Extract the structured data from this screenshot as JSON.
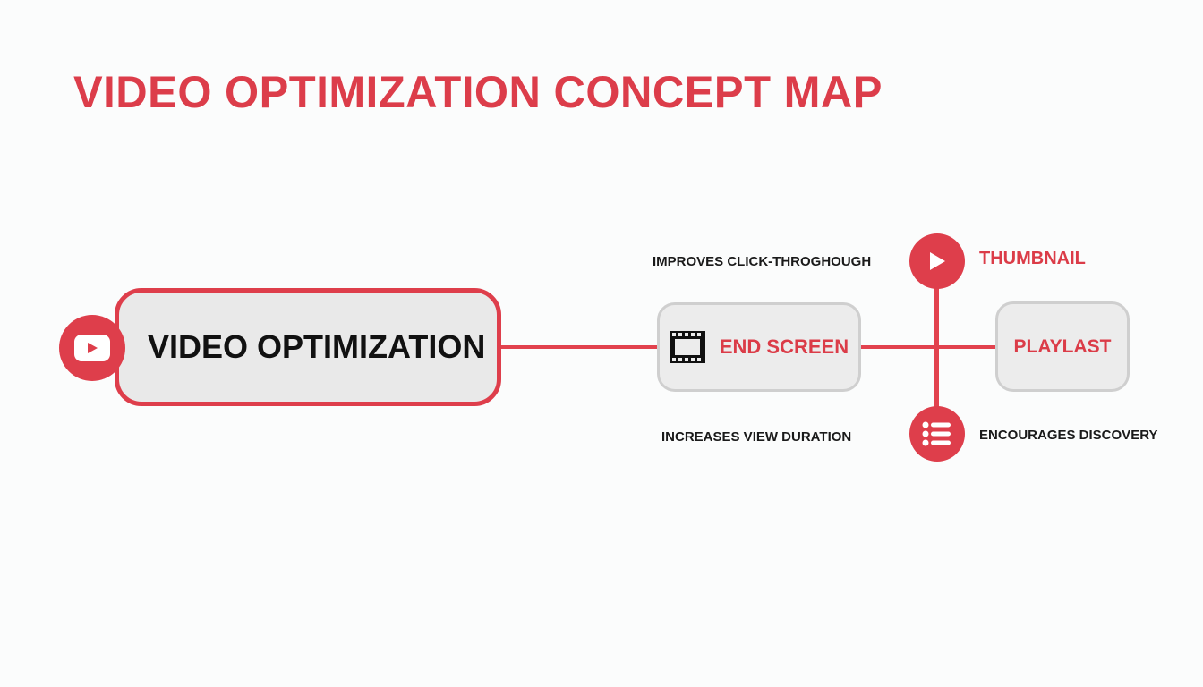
{
  "title": "VIDEO OPTIMIZATION CONCEPT MAP",
  "colors": {
    "accent": "#de3e4b",
    "node_fill": "#e9e9e9",
    "node_border_gray": "#cfcfcf",
    "text_dark": "#111111"
  },
  "main_node": {
    "label": "VIDEO OPTIMIZATION",
    "icon": "youtube-play-icon"
  },
  "end_screen": {
    "label": "END SCREEN",
    "icon": "film-strip-icon"
  },
  "playlist": {
    "label": "PLAYLAST"
  },
  "thumbnail": {
    "label": "THUMBNAIL",
    "icon": "play-icon"
  },
  "list_node": {
    "icon": "list-icon"
  },
  "annotations": {
    "click_through": "IMPROVES CLICK-THROGHOUGH",
    "view_duration": "INCREASES VIEW DURATION",
    "discovery": "ENCOURAGES DISCOVERY"
  }
}
